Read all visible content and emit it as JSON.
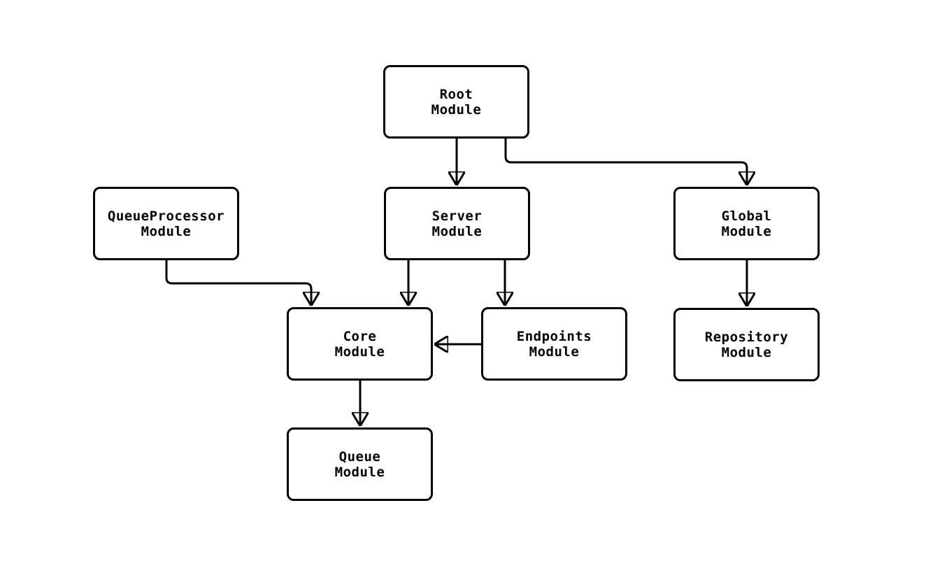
{
  "diagram_type": "flowchart",
  "colors": {
    "background": "#ffffff",
    "node_fill": "#ffffff",
    "node_border": "#000000",
    "edge": "#000000",
    "text": "#000000"
  },
  "nodes": {
    "root": {
      "label": "Root\nModule"
    },
    "queueprocessor": {
      "label": "QueueProcessor\nModule"
    },
    "server": {
      "label": "Server\nModule"
    },
    "global": {
      "label": "Global\nModule"
    },
    "core": {
      "label": "Core\nModule"
    },
    "endpoints": {
      "label": "Endpoints\nModule"
    },
    "repository": {
      "label": "Repository\nModule"
    },
    "queue": {
      "label": "Queue\nModule"
    }
  },
  "edges": [
    {
      "from": "Root Module",
      "to": "Server Module"
    },
    {
      "from": "Root Module",
      "to": "Global Module"
    },
    {
      "from": "QueueProcessor Module",
      "to": "Core Module"
    },
    {
      "from": "Server Module",
      "to": "Core Module"
    },
    {
      "from": "Server Module",
      "to": "Endpoints Module"
    },
    {
      "from": "Endpoints Module",
      "to": "Core Module"
    },
    {
      "from": "Global Module",
      "to": "Repository Module"
    },
    {
      "from": "Core Module",
      "to": "Queue Module"
    }
  ]
}
